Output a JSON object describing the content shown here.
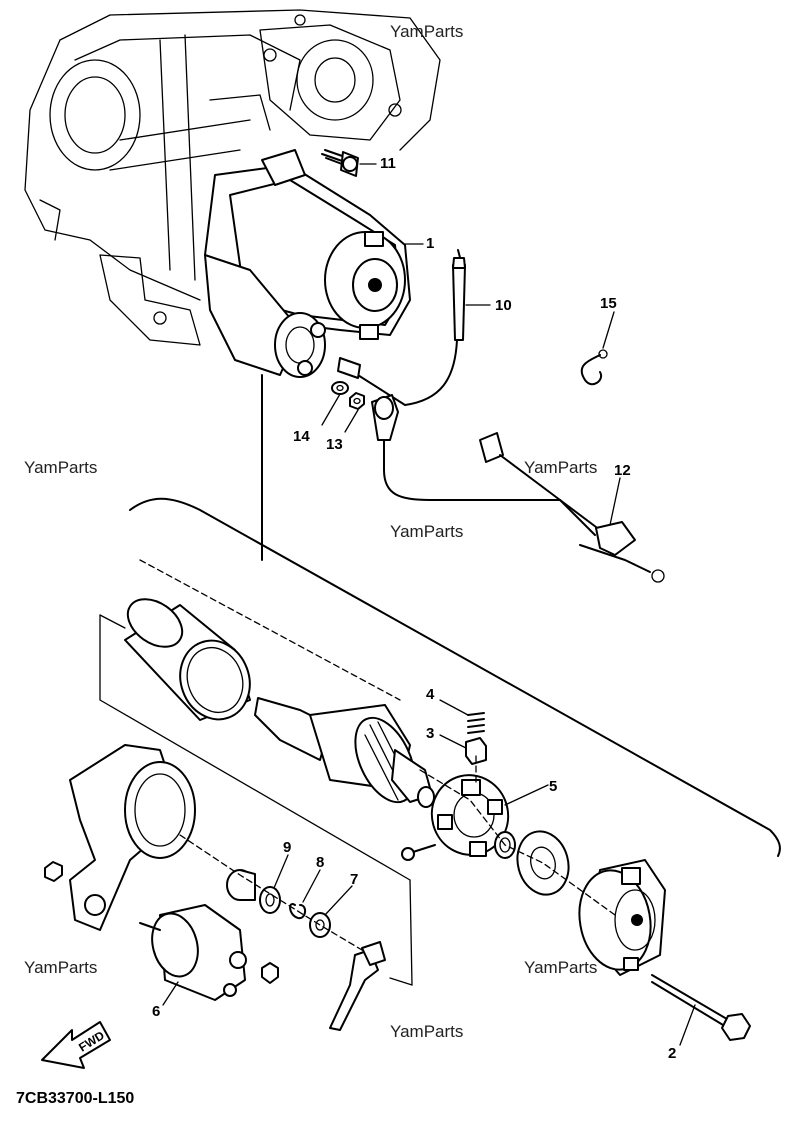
{
  "diagram": {
    "drawing_code": "7CB33700-L150",
    "direction_label": "FWD",
    "watermark": "YamParts",
    "watermarks_count": 7,
    "callouts": [
      {
        "number": "1"
      },
      {
        "number": "2"
      },
      {
        "number": "3"
      },
      {
        "number": "4"
      },
      {
        "number": "5"
      },
      {
        "number": "6"
      },
      {
        "number": "7"
      },
      {
        "number": "8"
      },
      {
        "number": "9"
      },
      {
        "number": "10"
      },
      {
        "number": "11"
      },
      {
        "number": "12"
      },
      {
        "number": "13"
      },
      {
        "number": "14"
      },
      {
        "number": "15"
      }
    ]
  }
}
